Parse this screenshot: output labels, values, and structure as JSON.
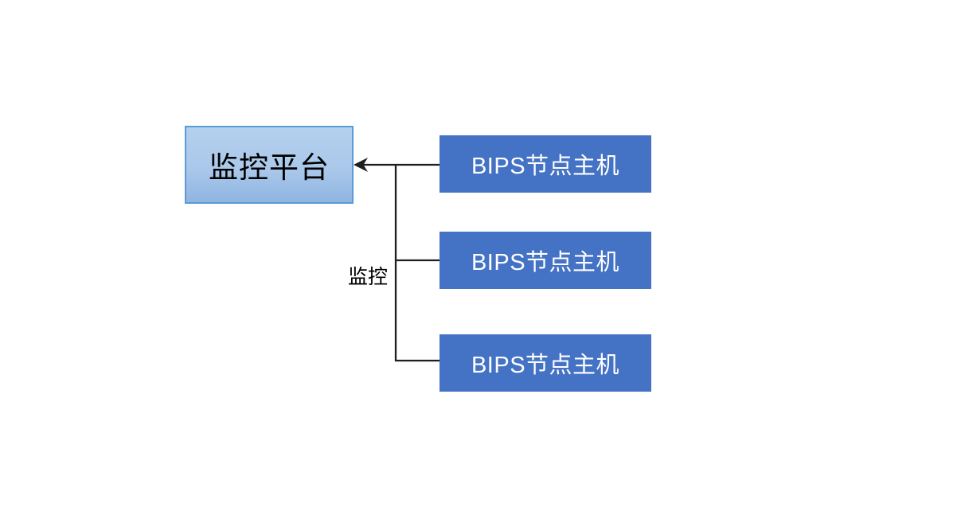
{
  "diagram": {
    "platform_box": {
      "label": "监控平台"
    },
    "node_boxes": [
      {
        "label": "BIPS节点主机"
      },
      {
        "label": "BIPS节点主机"
      },
      {
        "label": "BIPS节点主机"
      }
    ],
    "edge_label": "监控",
    "colors": {
      "platform_fill_top": "#b5d0ee",
      "platform_fill_bottom": "#8fb5e2",
      "platform_border": "#5b9bd5",
      "platform_text": "#000000",
      "node_fill": "#4472c4",
      "node_text": "#ffffff",
      "connector": "#1f1f1f",
      "background": "#ffffff"
    }
  }
}
